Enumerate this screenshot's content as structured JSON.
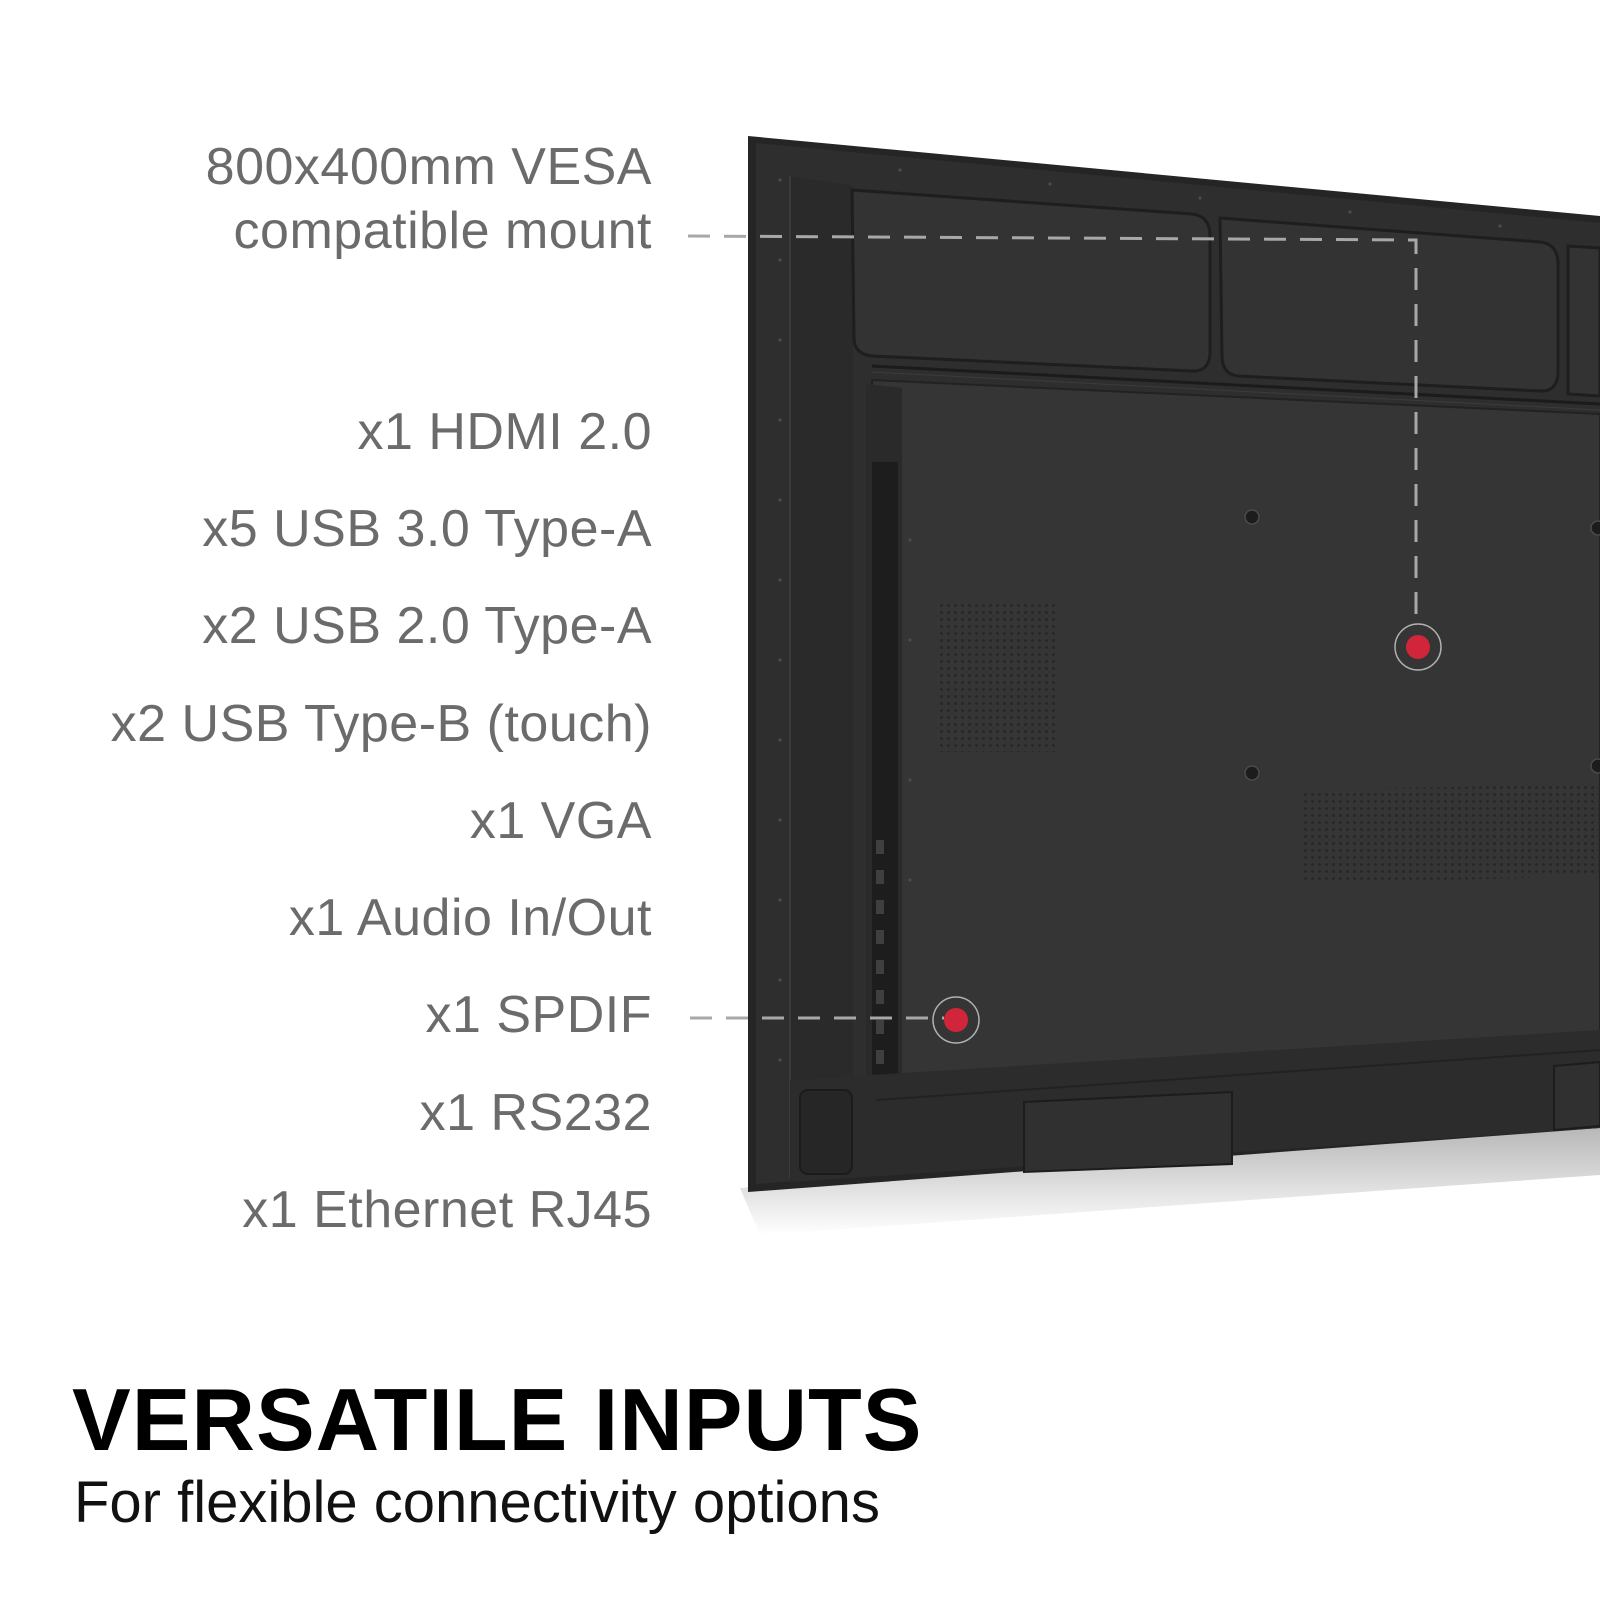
{
  "features": {
    "vesa_mount": "800x400mm VESA\ncompatible mount",
    "ports": [
      "x1 HDMI 2.0",
      "x5 USB 3.0 Type-A",
      "x2 USB 2.0 Type-A",
      "x2 USB Type-B (touch)",
      "x1 VGA",
      "x1 Audio In/Out",
      "x1 SPDIF",
      "x1 RS232",
      "x1 Ethernet RJ45"
    ]
  },
  "headline": "VERSATILE INPUTS",
  "subheadline": "For flexible connectivity options",
  "colors": {
    "callout_dot": "#d0253b",
    "callout_line": "#a8a8a8",
    "display_body": "#333333",
    "spec_text": "#6b6b6b"
  }
}
